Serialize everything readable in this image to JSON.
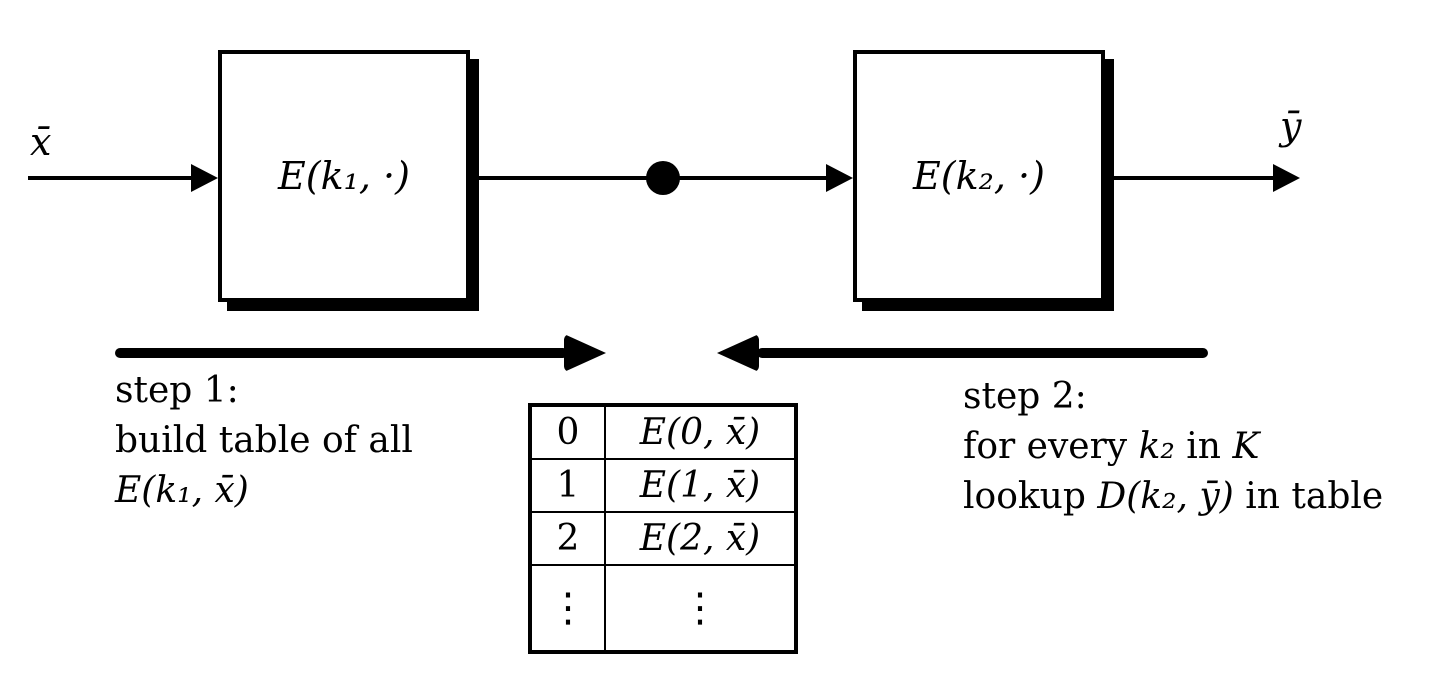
{
  "diagram": {
    "title_semantic": "meet-in-the-middle double-encryption attack diagram",
    "input_label": "x̄",
    "output_label": "ȳ",
    "box1_label": "E(k₁, ·)",
    "box2_label": "E(k₂, ·)",
    "step1": {
      "line1": "step 1:",
      "line2": "build table of all",
      "line3": "E(k₁, x̄)"
    },
    "step2": {
      "line1": "step 2:",
      "line2_pre": "for every ",
      "line2_math": "k₂",
      "line2_mid": " in ",
      "line2_set": "K",
      "line3_pre": "lookup ",
      "line3_math": "D(k₂, ȳ)",
      "line3_post": " in table"
    },
    "table": {
      "rows": [
        {
          "key": "0",
          "value": "E(0, x̄)"
        },
        {
          "key": "1",
          "value": "E(1, x̄)"
        },
        {
          "key": "2",
          "value": "E(2, x̄)"
        },
        {
          "key": "⋮",
          "value": "⋮"
        }
      ]
    },
    "colors": {
      "ink": "#000000",
      "background": "#ffffff"
    }
  }
}
